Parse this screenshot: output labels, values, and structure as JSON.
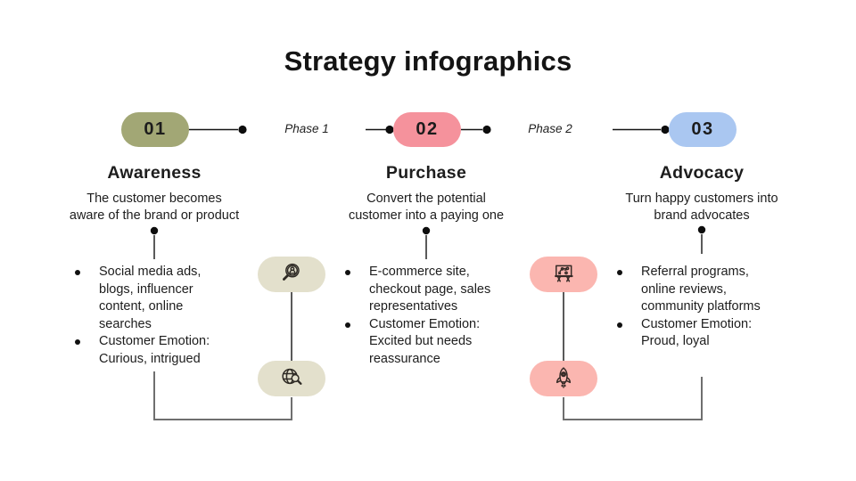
{
  "title": "Strategy infographics",
  "phases": [
    {
      "label": "Phase 1"
    },
    {
      "label": "Phase 2"
    }
  ],
  "stages": [
    {
      "number": "01",
      "name": "Awareness",
      "subtitle": "The customer becomes aware of the brand or product",
      "bullets": [
        "Social media ads, blogs, influencer content, online searches",
        "Customer Emotion: Curious, intrigued"
      ],
      "pill_color": "#a2a775"
    },
    {
      "number": "02",
      "name": "Purchase",
      "subtitle": "Convert the potential customer into a paying one",
      "bullets": [
        "E-commerce site, checkout page, sales representatives",
        "Customer Emotion: Excited but needs reassurance"
      ],
      "pill_color": "#f5929c"
    },
    {
      "number": "03",
      "name": "Advocacy",
      "subtitle": "Turn happy customers into brand advocates",
      "bullets": [
        "Referral programs, online reviews, community platforms",
        "Customer Emotion: Proud, loyal"
      ],
      "pill_color": "#aac7f1"
    }
  ],
  "icon_groups": [
    {
      "color": "#e3e0cc",
      "icons": [
        "user-search-icon",
        "globe-search-icon"
      ]
    },
    {
      "color": "#fbb6b0",
      "icons": [
        "strategy-board-icon",
        "rocket-icon"
      ]
    }
  ],
  "colors": {
    "background": "#ffffff",
    "text": "#1d1d1d",
    "line": "#141414",
    "connector_gray": "#6f6f6f"
  }
}
